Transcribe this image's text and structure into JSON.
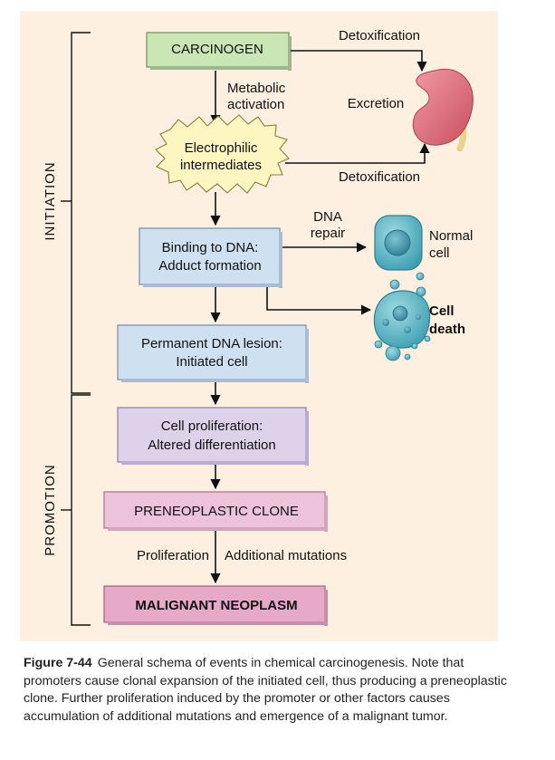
{
  "colors": {
    "background": "#fdf0e0",
    "green_box": "#c9e6b4",
    "blue_box": "#cfe0f0",
    "purple_box": "#ddd2ea",
    "pink_box": "#ecc3d8",
    "malignant_box": "#e6a9c8",
    "burst": "#fdf6c0",
    "cell": "#5fb6c4",
    "nucleus": "#3d8fa8",
    "kidney": "#e06e7a"
  },
  "phases": {
    "initiation": "INITIATION",
    "promotion": "PROMOTION"
  },
  "boxes": {
    "carcinogen": "CARCINOGEN",
    "electrophilic_1": "Electrophilic",
    "electrophilic_2": "intermediates",
    "binding_1": "Binding to DNA:",
    "binding_2": "Adduct formation",
    "lesion_1": "Permanent DNA lesion:",
    "lesion_2": "Initiated cell",
    "proliferation_1": "Cell proliferation:",
    "proliferation_2": "Altered differentiation",
    "preneoplastic": "PRENEOPLASTIC CLONE",
    "malignant": "MALIGNANT NEOPLASM"
  },
  "labels": {
    "detox_top": "Detoxification",
    "detox_bottom": "Detoxification",
    "metabolic_1": "Metabolic",
    "metabolic_2": "activation",
    "excretion": "Excretion",
    "dna_repair_1": "DNA",
    "dna_repair_2": "repair",
    "normal_cell_1": "Normal",
    "normal_cell_2": "cell",
    "cell_death_1": "Cell",
    "cell_death_2": "death",
    "proliferation": "Proliferation",
    "additional_mutations": "Additional mutations"
  },
  "icons": {
    "kidney": "kidney-icon",
    "normal_cell": "normal-cell-icon",
    "dying_cell": "dying-cell-icon"
  },
  "caption": {
    "label": "Figure 7-44",
    "text": "General schema of events in chemical carcinogenesis. Note that promoters cause clonal expansion of the initiated cell, thus producing a preneoplastic clone. Further proliferation induced by the promoter or other factors causes accumulation of additional mutations and emergence of a malignant tumor."
  }
}
